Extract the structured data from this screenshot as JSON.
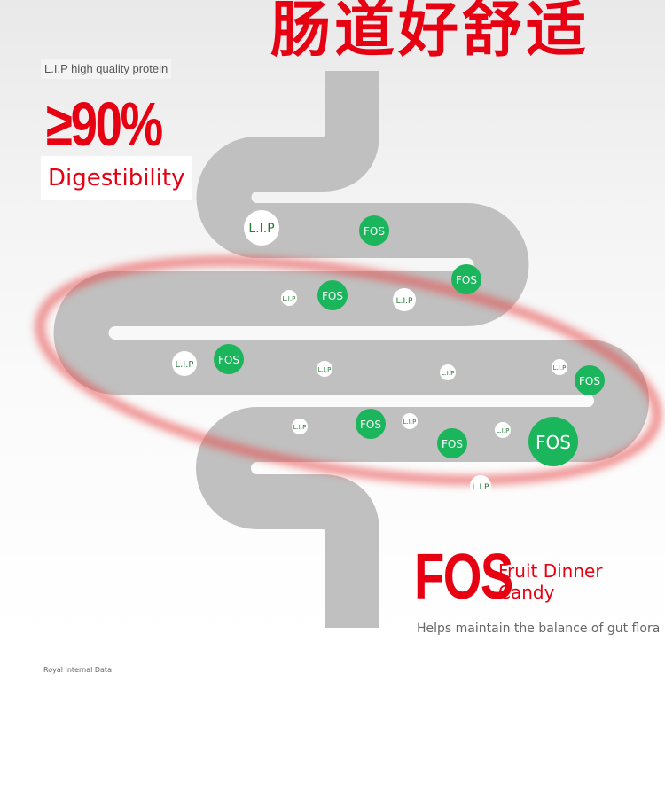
{
  "headline": "肠道好舒适",
  "lip_section": {
    "label": "L.I.P high quality protein",
    "percent": "≥90%",
    "digestibility": "Digestibility"
  },
  "fos_section": {
    "title": "FOS",
    "subtitle_line1": "Fruit Dinner",
    "subtitle_line2": "Candy",
    "description": "Helps maintain the balance of gut flora"
  },
  "footnote": "Royal Internal Data",
  "markers": {
    "fos": "FOS",
    "lip": "L.I.P"
  },
  "colors": {
    "accent_red": "#e60012",
    "fos_green": "#1bb55c",
    "intestine_gray": "#c0c0c0"
  }
}
